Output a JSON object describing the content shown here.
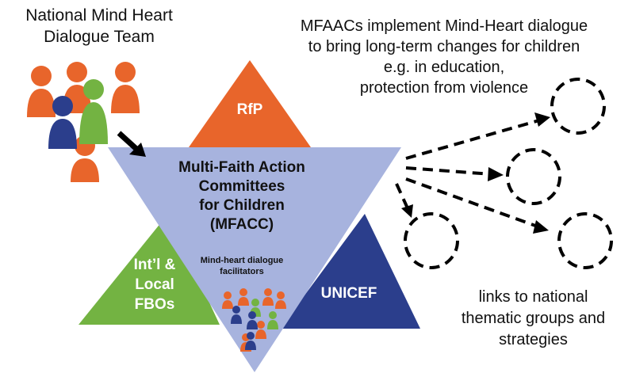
{
  "team": {
    "title": "National Mind Heart\nDialogue Team"
  },
  "mfaacs": {
    "text": "MFAACs implement Mind-Heart dialogue\nto bring long-term changes for children\ne.g. in education,\nprotection from violence"
  },
  "links": {
    "text": "links to national\nthematic groups and\nstrategies"
  },
  "center": {
    "title": "Multi-Faith Action\nCommittees\nfor Children\n(MFACC)",
    "facilitators": "Mind-heart  dialogue\nfacilitators"
  },
  "partners": {
    "rfp": "RfP",
    "fbos": "Int’l &\nLocal\nFBOs",
    "unicef": "UNICEF"
  },
  "colors": {
    "orange": "#E8652B",
    "green": "#73B342",
    "navy": "#2B3E8C",
    "lavender": "#A7B3DE"
  }
}
